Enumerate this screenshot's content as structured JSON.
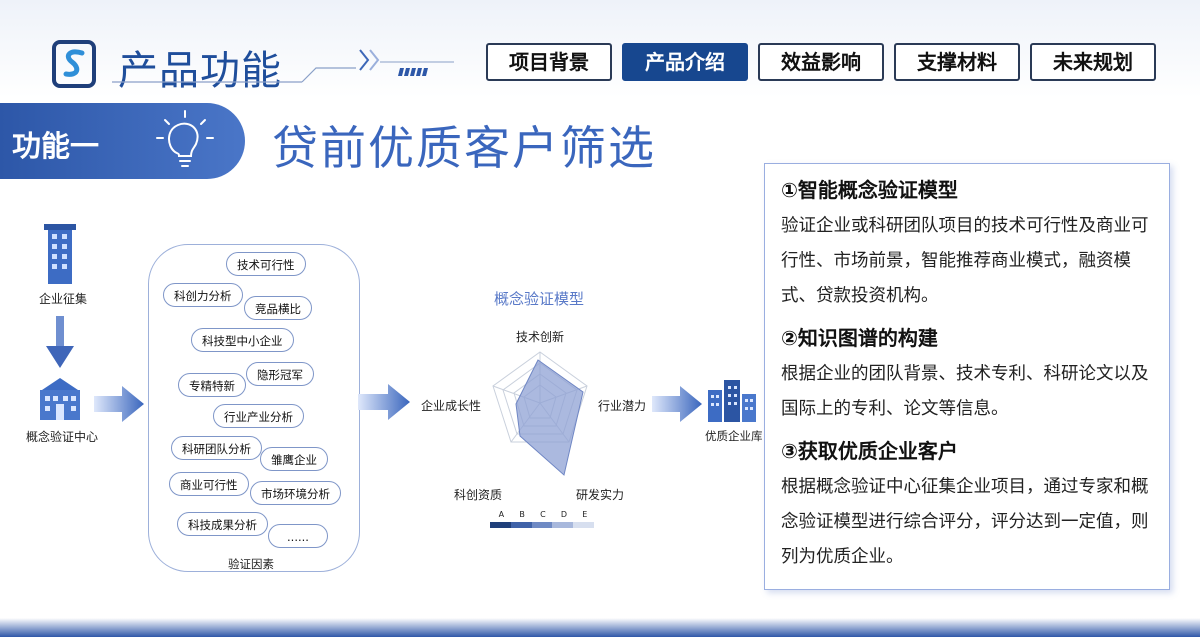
{
  "header": {
    "title": "产品功能",
    "nav": [
      {
        "label": "项目背景",
        "active": false
      },
      {
        "label": "产品介绍",
        "active": true
      },
      {
        "label": "效益影响",
        "active": false
      },
      {
        "label": "支撑材料",
        "active": false
      },
      {
        "label": "未来规划",
        "active": false
      }
    ]
  },
  "feature": {
    "badge": "功能一",
    "title": "贷前优质客户筛选"
  },
  "diagram": {
    "collect_label": "企业征集",
    "center_label": "概念验证中心",
    "factors": [
      "技术可行性",
      "科创力分析",
      "竞品横比",
      "科技型中小企业",
      "隐形冠军",
      "专精特新",
      "行业产业分析",
      "科研团队分析",
      "雏鹰企业",
      "商业可行性",
      "市场环境分析",
      "科技成果分析",
      "......"
    ],
    "factors_caption": "验证因素",
    "radar_title": "概念验证模型",
    "radar_axes": [
      "技术创新",
      "行业潜力",
      "研发实力",
      "科创资质",
      "企业成长性"
    ],
    "radar_scale": [
      "A",
      "B",
      "C",
      "D",
      "E"
    ],
    "result_label": "优质企业库"
  },
  "info": {
    "sections": [
      {
        "heading": "①智能概念验证模型",
        "text": "验证企业或科研团队项目的技术可行性及商业可行性、市场前景，智能推荐商业模式，融资模式、贷款投资机构。"
      },
      {
        "heading": "②知识图谱的构建",
        "text": "根据企业的团队背景、技术专利、科研论文以及国际上的专利、论文等信息。"
      },
      {
        "heading": "③获取优质企业客户",
        "text": "根据概念验证中心征集企业项目，通过专家和概念验证模型进行综合评分，评分达到一定值，则列为优质企业。"
      }
    ]
  },
  "colors": {
    "brand": "#17478f",
    "accent": "#3a66bd",
    "radar_fill": "#8fa2d4"
  }
}
